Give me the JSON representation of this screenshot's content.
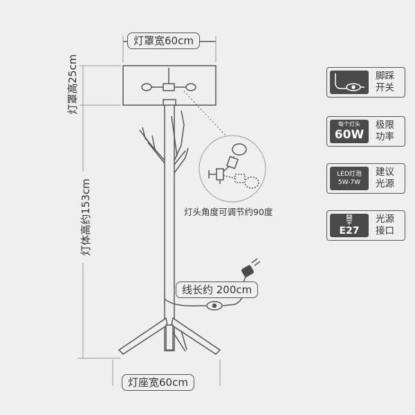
{
  "labels": {
    "shade_width": "灯罩宽60cm",
    "shade_height": "灯罩高25cm",
    "body_height": "灯体高约153cm",
    "head_angle": "灯头角度可调节约90度",
    "cord_length": "线长约 200cm",
    "base_width": "灯座宽60cm"
  },
  "specs": [
    {
      "icon": "foot-switch-icon",
      "icon_top": "",
      "icon_main": "",
      "text_line1": "脚踩",
      "text_line2": "开关"
    },
    {
      "icon": "wattage-icon",
      "icon_top": "每个灯头",
      "icon_main": "60W",
      "text_line1": "极限",
      "text_line2": "功率"
    },
    {
      "icon": "led-icon",
      "icon_top": "LED灯泡",
      "icon_main": "5W-7W",
      "text_line1": "建议",
      "text_line2": "光源"
    },
    {
      "icon": "e27-socket-icon",
      "icon_top": "",
      "icon_main": "E27",
      "text_line1": "光源",
      "text_line2": "接口"
    }
  ],
  "colors": {
    "background": "#efefef",
    "line": "#555555",
    "icon_fill": "#4a4a4a"
  }
}
